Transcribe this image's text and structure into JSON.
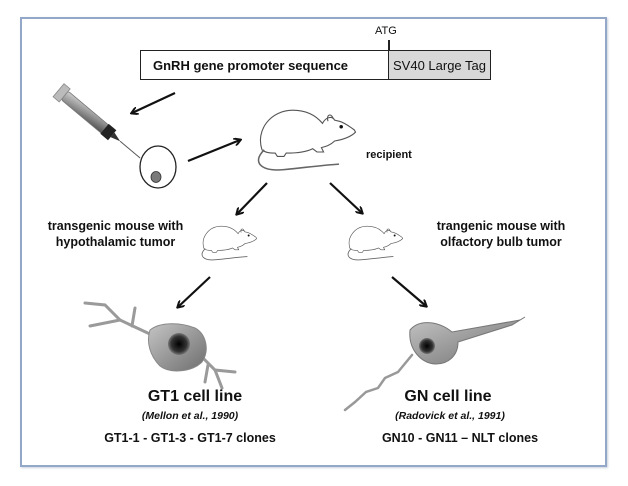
{
  "construct": {
    "atg_label": "ATG",
    "promoter_label": "GnRH gene promoter sequence",
    "tag_label": "SV40 Large Tag",
    "tag_color": "#d8d8d8"
  },
  "recipient_label": "recipient",
  "branches": [
    {
      "mouse_label_line1": "transgenic mouse with",
      "mouse_label_line2": "hypothalamic tumor",
      "cell_line": "GT1 cell line",
      "citation": "(Mellon et al., 1990)",
      "clones": "GT1-1 - GT1-3  - GT1-7 clones"
    },
    {
      "mouse_label_line1": "trangenic mouse with",
      "mouse_label_line2": "olfactory bulb tumor",
      "cell_line": "GN cell line",
      "citation": "(Radovick et al., 1991)",
      "clones": "GN10 - GN11 – NLT clones"
    }
  ],
  "icons": [
    "syringe-icon",
    "oocyte-icon",
    "mouse-icon",
    "neuron-icon",
    "arrow-icon"
  ],
  "colors": {
    "frame": "#93a8c8",
    "cell_body": "#8a8a8a",
    "nucleus": "#1a1a1a"
  }
}
